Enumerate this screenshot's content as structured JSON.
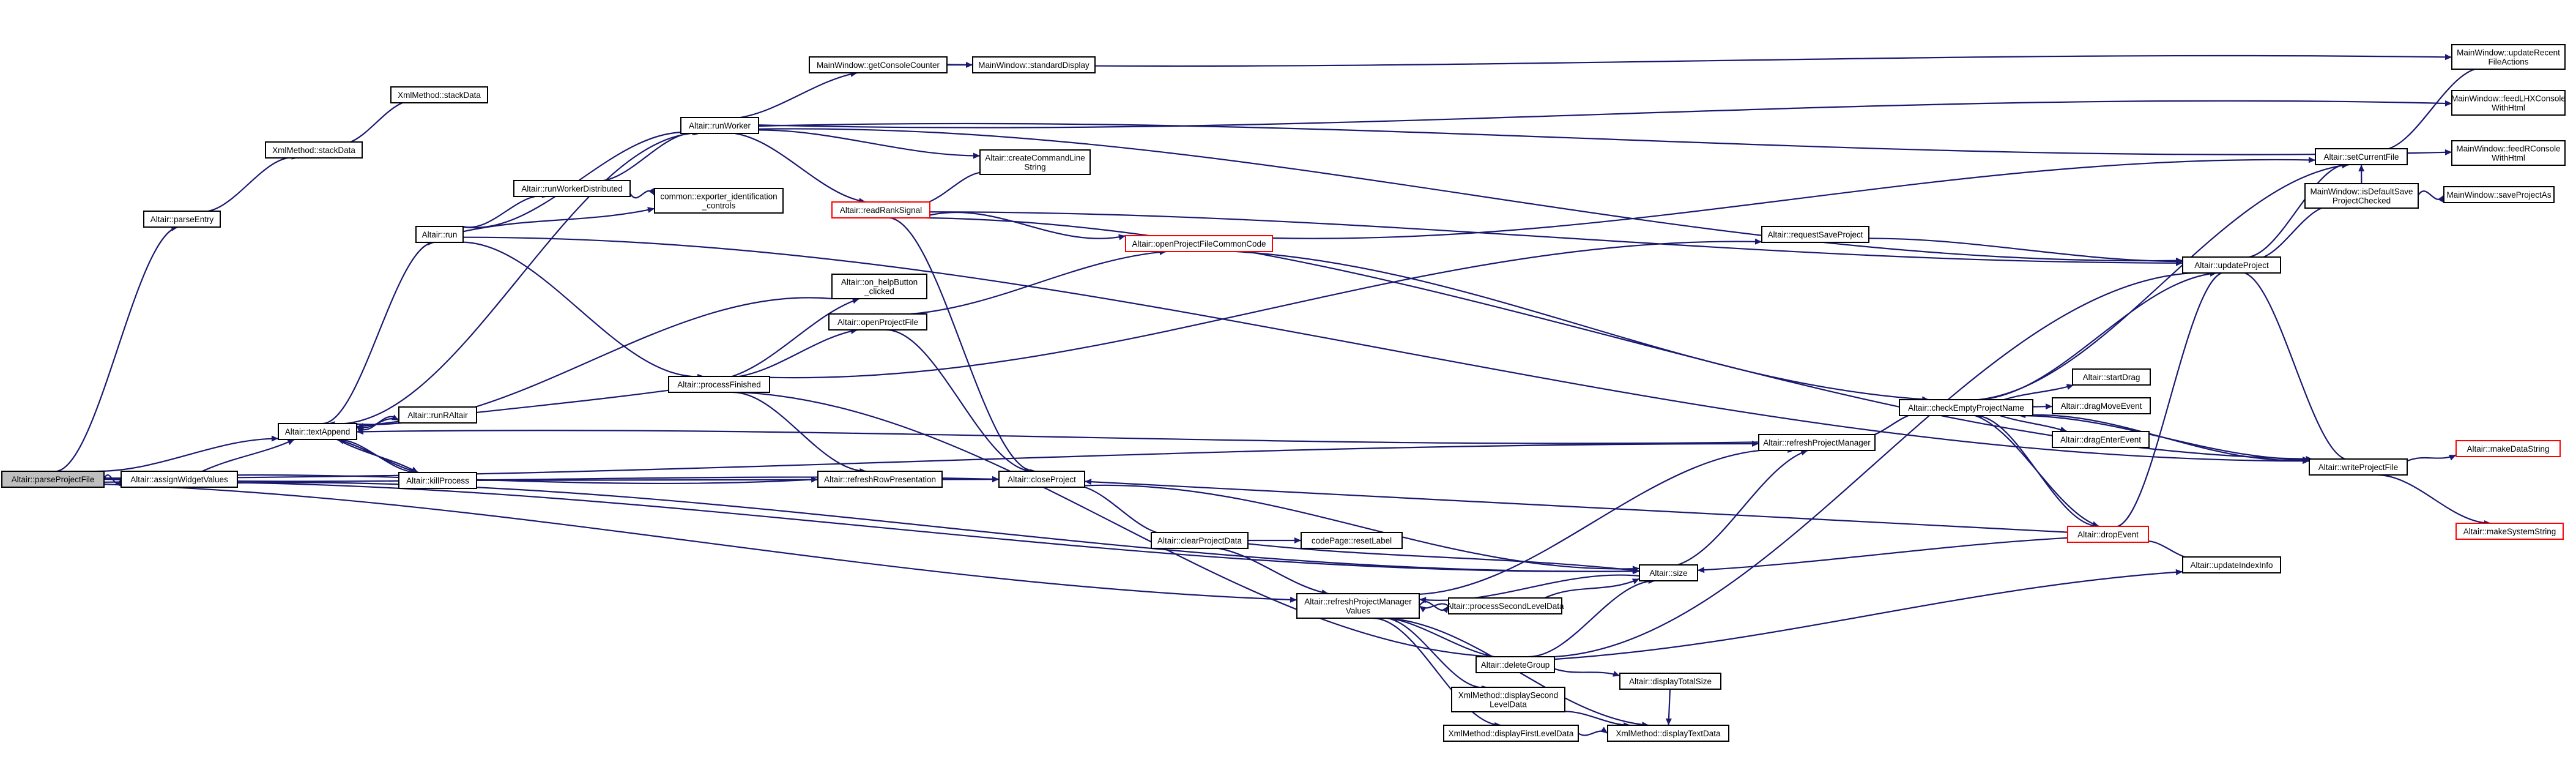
{
  "graph": {
    "root": "parseProjectFile",
    "colors": {
      "edge": "#191970",
      "node_border": "#000000",
      "node_border_truncated": "#ff0000",
      "root_fill": "#bfbfbf"
    },
    "nodes": [
      {
        "id": "parseProjectFile",
        "lines": [
          "Altair::parseProjectFile"
        ],
        "root": true
      },
      {
        "id": "assignWidgetValues",
        "lines": [
          "Altair::assignWidgetValues"
        ]
      },
      {
        "id": "parseEntry",
        "lines": [
          "Altair::parseEntry"
        ]
      },
      {
        "id": "stackDataB",
        "lines": [
          "XmlMethod::stackData"
        ]
      },
      {
        "id": "stackDataA",
        "lines": [
          "XmlMethod::stackData"
        ]
      },
      {
        "id": "textAppend",
        "lines": [
          "Altair::textAppend"
        ]
      },
      {
        "id": "runRAltair",
        "lines": [
          "Altair::runRAltair"
        ]
      },
      {
        "id": "killProcess",
        "lines": [
          "Altair::killProcess"
        ]
      },
      {
        "id": "run",
        "lines": [
          "Altair::run"
        ]
      },
      {
        "id": "runWorkerDistributed",
        "lines": [
          "Altair::runWorkerDistributed"
        ]
      },
      {
        "id": "runWorker",
        "lines": [
          "Altair::runWorker"
        ]
      },
      {
        "id": "exporterId",
        "lines": [
          "common::exporter_identification",
          "_controls"
        ]
      },
      {
        "id": "processFinished",
        "lines": [
          "Altair::processFinished"
        ]
      },
      {
        "id": "refreshRowPresentation",
        "lines": [
          "Altair::refreshRowPresentation"
        ]
      },
      {
        "id": "onHelpButton",
        "lines": [
          "Altair::on_helpButton",
          "_clicked"
        ]
      },
      {
        "id": "openProjectFile",
        "lines": [
          "Altair::openProjectFile"
        ]
      },
      {
        "id": "getConsoleCounter",
        "lines": [
          "MainWindow::getConsoleCounter"
        ]
      },
      {
        "id": "standardDisplay",
        "lines": [
          "MainWindow::standardDisplay"
        ]
      },
      {
        "id": "createCommandLineString",
        "lines": [
          "Altair::createCommandLine",
          "String"
        ]
      },
      {
        "id": "readRankSignal",
        "lines": [
          "Altair::readRankSignal"
        ],
        "truncated": true
      },
      {
        "id": "closeProject",
        "lines": [
          "Altair::closeProject"
        ]
      },
      {
        "id": "clearProjectData",
        "lines": [
          "Altair::clearProjectData"
        ]
      },
      {
        "id": "resetLabel",
        "lines": [
          "codePage::resetLabel"
        ]
      },
      {
        "id": "refreshProjectManagerValues",
        "lines": [
          "Altair::refreshProjectManager",
          "Values"
        ]
      },
      {
        "id": "processSecondLevelData",
        "lines": [
          "Altair::processSecondLevelData"
        ]
      },
      {
        "id": "deleteGroup",
        "lines": [
          "Altair::deleteGroup"
        ]
      },
      {
        "id": "displaySecondLevelData",
        "lines": [
          "XmlMethod::displaySecond",
          "LevelData"
        ]
      },
      {
        "id": "displayFirstLevelData",
        "lines": [
          "XmlMethod::displayFirstLevelData"
        ]
      },
      {
        "id": "displayTextData",
        "lines": [
          "XmlMethod::displayTextData"
        ]
      },
      {
        "id": "displayTotalSize",
        "lines": [
          "Altair::displayTotalSize"
        ]
      },
      {
        "id": "size",
        "lines": [
          "Altair::size"
        ]
      },
      {
        "id": "openProjectFileCommonCode",
        "lines": [
          "Altair::openProjectFileCommonCode"
        ],
        "truncated": true
      },
      {
        "id": "requestSaveProject",
        "lines": [
          "Altair::requestSaveProject"
        ]
      },
      {
        "id": "refreshProjectManager",
        "lines": [
          "Altair::refreshProjectManager"
        ]
      },
      {
        "id": "checkEmptyProjectName",
        "lines": [
          "Altair::checkEmptyProjectName"
        ]
      },
      {
        "id": "startDrag",
        "lines": [
          "Altair::startDrag"
        ]
      },
      {
        "id": "dragMoveEvent",
        "lines": [
          "Altair::dragMoveEvent"
        ]
      },
      {
        "id": "dragEnterEvent",
        "lines": [
          "Altair::dragEnterEvent"
        ]
      },
      {
        "id": "dropEvent",
        "lines": [
          "Altair::dropEvent"
        ],
        "truncated": true
      },
      {
        "id": "updateIndexInfo",
        "lines": [
          "Altair::updateIndexInfo"
        ]
      },
      {
        "id": "updateProject",
        "lines": [
          "Altair::updateProject"
        ]
      },
      {
        "id": "writeProjectFile",
        "lines": [
          "Altair::writeProjectFile"
        ]
      },
      {
        "id": "makeDataString",
        "lines": [
          "Altair::makeDataString"
        ],
        "truncated": true
      },
      {
        "id": "makeSystemString",
        "lines": [
          "Altair::makeSystemString"
        ],
        "truncated": true
      },
      {
        "id": "setCurrentFile",
        "lines": [
          "Altair::setCurrentFile"
        ]
      },
      {
        "id": "isDefaultSaveProjectChecked",
        "lines": [
          "MainWindow::isDefaultSave",
          "ProjectChecked"
        ]
      },
      {
        "id": "saveProjectAs",
        "lines": [
          "MainWindow::saveProjectAs"
        ]
      },
      {
        "id": "updateRecentFileActions",
        "lines": [
          "MainWindow::updateRecent",
          "FileActions"
        ]
      },
      {
        "id": "feedLHXConsole",
        "lines": [
          "MainWindow::feedLHXConsole",
          "WithHtml"
        ]
      },
      {
        "id": "feedRConsole",
        "lines": [
          "MainWindow::feedRConsole",
          "WithHtml"
        ]
      }
    ],
    "edges": [
      [
        "parseProjectFile",
        "assignWidgetValues"
      ],
      [
        "parseProjectFile",
        "parseEntry"
      ],
      [
        "parseProjectFile",
        "textAppend"
      ],
      [
        "parseProjectFile",
        "closeProject"
      ],
      [
        "parseProjectFile",
        "refreshProjectManagerValues"
      ],
      [
        "parseProjectFile",
        "refreshRowPresentation"
      ],
      [
        "parseProjectFile",
        "size"
      ],
      [
        "parseProjectFile",
        "refreshProjectManager"
      ],
      [
        "parseEntry",
        "stackDataB"
      ],
      [
        "stackDataB",
        "stackDataA"
      ],
      [
        "assignWidgetValues",
        "textAppend"
      ],
      [
        "assignWidgetValues",
        "size"
      ],
      [
        "textAppend",
        "run"
      ],
      [
        "textAppend",
        "runRAltair"
      ],
      [
        "textAppend",
        "killProcess"
      ],
      [
        "runRAltair",
        "textAppend"
      ],
      [
        "killProcess",
        "textAppend"
      ],
      [
        "killProcess",
        "closeProject"
      ],
      [
        "run",
        "runWorkerDistributed"
      ],
      [
        "run",
        "runWorker"
      ],
      [
        "run",
        "exporterId"
      ],
      [
        "run",
        "processFinished"
      ],
      [
        "run",
        "writeProjectFile"
      ],
      [
        "runWorkerDistributed",
        "runWorker"
      ],
      [
        "runWorkerDistributed",
        "exporterId"
      ],
      [
        "runWorker",
        "textAppend"
      ],
      [
        "runWorker",
        "getConsoleCounter"
      ],
      [
        "runWorker",
        "createCommandLineString"
      ],
      [
        "runWorker",
        "readRankSignal"
      ],
      [
        "runWorker",
        "feedLHXConsole"
      ],
      [
        "runWorker",
        "feedRConsole"
      ],
      [
        "runWorker",
        "updateProject"
      ],
      [
        "getConsoleCounter",
        "standardDisplay"
      ],
      [
        "getConsoleCounter",
        "updateRecentFileActions"
      ],
      [
        "readRankSignal",
        "createCommandLineString"
      ],
      [
        "readRankSignal",
        "openProjectFileCommonCode"
      ],
      [
        "readRankSignal",
        "closeProject"
      ],
      [
        "readRankSignal",
        "updateProject"
      ],
      [
        "readRankSignal",
        "writeProjectFile"
      ],
      [
        "processFinished",
        "textAppend"
      ],
      [
        "processFinished",
        "onHelpButton"
      ],
      [
        "processFinished",
        "openProjectFile"
      ],
      [
        "processFinished",
        "refreshRowPresentation"
      ],
      [
        "processFinished",
        "requestSaveProject"
      ],
      [
        "processFinished",
        "deleteGroup"
      ],
      [
        "onHelpButton",
        "textAppend"
      ],
      [
        "openProjectFile",
        "openProjectFileCommonCode"
      ],
      [
        "openProjectFile",
        "closeProject"
      ],
      [
        "openProjectFileCommonCode",
        "setCurrentFile"
      ],
      [
        "openProjectFileCommonCode",
        "checkEmptyProjectName"
      ],
      [
        "closeProject",
        "clearProjectData"
      ],
      [
        "closeProject",
        "size"
      ],
      [
        "clearProjectData",
        "resetLabel"
      ],
      [
        "clearProjectData",
        "refreshProjectManagerValues"
      ],
      [
        "clearProjectData",
        "size"
      ],
      [
        "refreshProjectManagerValues",
        "processSecondLevelData"
      ],
      [
        "refreshProjectManagerValues",
        "displaySecondLevelData"
      ],
      [
        "refreshProjectManagerValues",
        "displayFirstLevelData"
      ],
      [
        "refreshProjectManagerValues",
        "displayTextData"
      ],
      [
        "refreshProjectManagerValues",
        "refreshProjectManager"
      ],
      [
        "processSecondLevelData",
        "size"
      ],
      [
        "processSecondLevelData",
        "refreshProjectManagerValues"
      ],
      [
        "deleteGroup",
        "size"
      ],
      [
        "deleteGroup",
        "displayTotalSize"
      ],
      [
        "deleteGroup",
        "updateProject"
      ],
      [
        "deleteGroup",
        "updateIndexInfo"
      ],
      [
        "deleteGroup",
        "refreshProjectManagerValues"
      ],
      [
        "displaySecondLevelData",
        "displayTextData"
      ],
      [
        "displayFirstLevelData",
        "displayTextData"
      ],
      [
        "displayTotalSize",
        "displayTextData"
      ],
      [
        "size",
        "refreshProjectManager"
      ],
      [
        "size",
        "refreshProjectManagerValues"
      ],
      [
        "requestSaveProject",
        "updateProject"
      ],
      [
        "refreshProjectManager",
        "textAppend"
      ],
      [
        "refreshProjectManager",
        "checkEmptyProjectName"
      ],
      [
        "checkEmptyProjectName",
        "refreshProjectManager"
      ],
      [
        "checkEmptyProjectName",
        "startDrag"
      ],
      [
        "checkEmptyProjectName",
        "dragMoveEvent"
      ],
      [
        "checkEmptyProjectName",
        "dragEnterEvent"
      ],
      [
        "checkEmptyProjectName",
        "dropEvent"
      ],
      [
        "checkEmptyProjectName",
        "setCurrentFile"
      ],
      [
        "checkEmptyProjectName",
        "updateProject"
      ],
      [
        "checkEmptyProjectName",
        "writeProjectFile"
      ],
      [
        "dropEvent",
        "size"
      ],
      [
        "dropEvent",
        "updateProject"
      ],
      [
        "dropEvent",
        "closeProject"
      ],
      [
        "dropEvent",
        "updateIndexInfo"
      ],
      [
        "dropEvent",
        "checkEmptyProjectName"
      ],
      [
        "updateProject",
        "setCurrentFile"
      ],
      [
        "updateProject",
        "isDefaultSaveProjectChecked"
      ],
      [
        "updateProject",
        "writeProjectFile"
      ],
      [
        "writeProjectFile",
        "makeDataString"
      ],
      [
        "writeProjectFile",
        "makeSystemString"
      ],
      [
        "writeProjectFile",
        "checkEmptyProjectName"
      ],
      [
        "setCurrentFile",
        "updateRecentFileActions"
      ],
      [
        "isDefaultSaveProjectChecked",
        "saveProjectAs"
      ],
      [
        "isDefaultSaveProjectChecked",
        "setCurrentFile"
      ],
      [
        "textAppend",
        "killProcess"
      ]
    ]
  }
}
